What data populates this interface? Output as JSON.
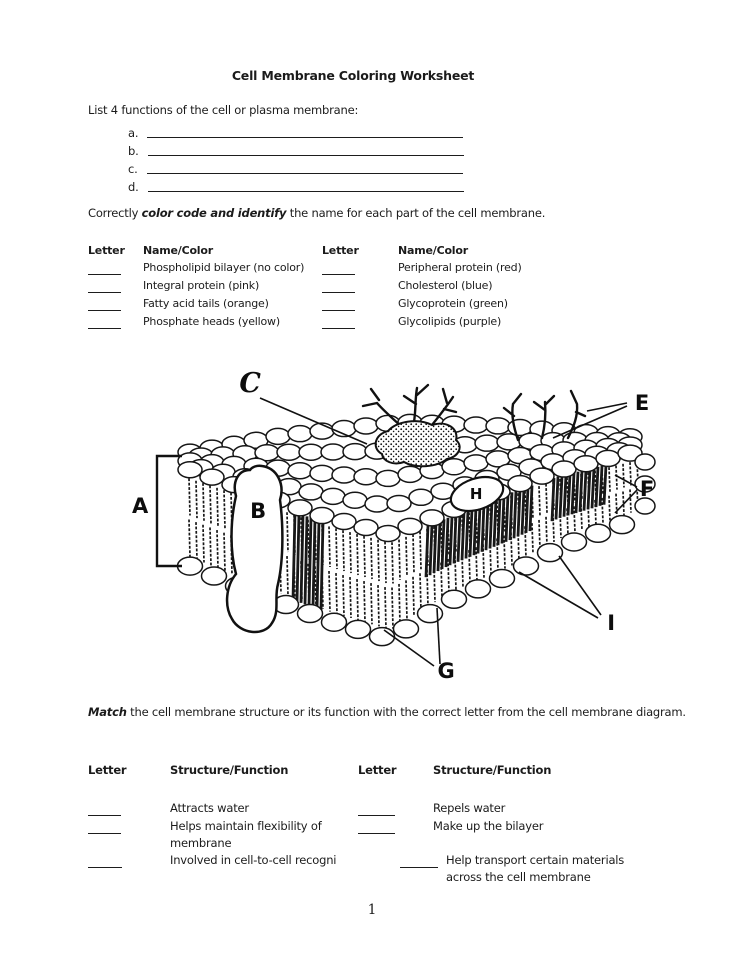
{
  "title": "Cell Membrane Coloring Worksheet",
  "page_number": "1",
  "functions_section": {
    "prompt": "List 4 functions of the cell or plasma membrane:",
    "items": [
      {
        "label": "a."
      },
      {
        "label": "b."
      },
      {
        "label": "c."
      },
      {
        "label": "d."
      }
    ]
  },
  "color_section": {
    "instruction_prefix": "Correctly ",
    "instruction_bold": "color code and identify",
    "instruction_suffix": " the name for each part of the cell membrane.",
    "headers": {
      "letter": "Letter",
      "name": "Name/Color"
    },
    "left_rows": [
      "Phospholipid bilayer (no color)",
      "Integral protein (pink)",
      "Fatty acid tails (orange)",
      "Phosphate heads (yellow)"
    ],
    "right_rows": [
      "Peripheral protein (red)",
      "Cholesterol (blue)",
      "Glycoprotein (green)",
      "Glycolipids (purple)"
    ]
  },
  "diagram": {
    "labels": {
      "a": "A",
      "b": "B",
      "c": "C",
      "e": "E",
      "f": "F",
      "g": "G",
      "h": "H",
      "i": "I"
    }
  },
  "match_section": {
    "instruction_bold": "Match",
    "instruction_rest": " the cell membrane structure or its function with the correct letter from the cell membrane diagram.",
    "headers": {
      "letter": "Letter",
      "sf": "Structure/Function"
    },
    "rows_left": [
      {
        "lines": [
          "Attracts water"
        ]
      },
      {
        "lines": [
          "Helps maintain flexibility of",
          "membrane"
        ]
      },
      {
        "lines": [
          "Involved in cell-to-cell recogni"
        ]
      }
    ],
    "rows_right": [
      {
        "lines": [
          "Repels water"
        ]
      },
      {
        "lines": [
          "Make up the bilayer"
        ]
      },
      {
        "lines": [
          "Help transport certain materials",
          "across the cell membrane"
        ]
      }
    ]
  }
}
